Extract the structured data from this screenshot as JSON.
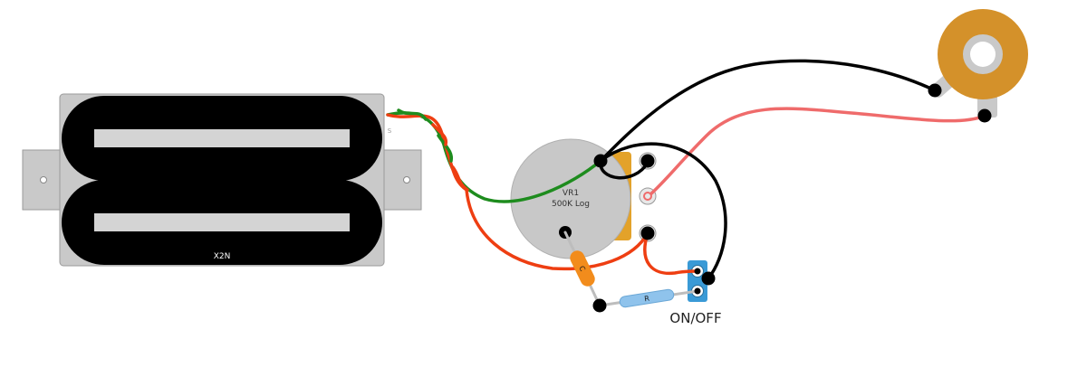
{
  "pickup": {
    "model_label": "X2N",
    "side_mark": "S"
  },
  "pot": {
    "ref_label": "VR1",
    "value_label": "500K Log"
  },
  "capacitor": {
    "label": "C"
  },
  "resistor": {
    "label": "R"
  },
  "switch": {
    "label": "ON/OFF"
  },
  "colors": {
    "wire_black": "#000000",
    "wire_green": "#1e8c1e",
    "wire_red": "#ee3e12",
    "wire_pink": "#ef6b6b",
    "pot_body": "#c8c8c8",
    "pot_lug_tab": "#e3a22a",
    "jack": "#d4912a",
    "switch": "#3a9ad6",
    "capacitor": "#f28c1c",
    "resistor": "#8fc3ec",
    "pickup_coil": "#000000",
    "pickup_base": "#c9c9c9"
  }
}
